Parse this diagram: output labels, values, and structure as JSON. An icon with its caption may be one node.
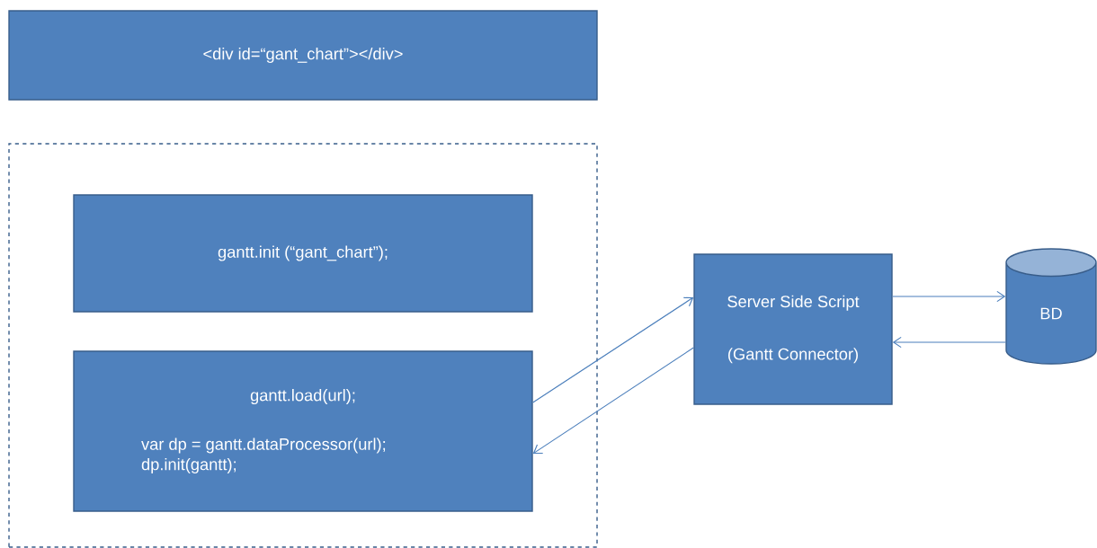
{
  "diagram": {
    "nodes": [
      {
        "text": [
          "<div id=“gant_chart”></div>"
        ]
      },
      {
        "text": [],
        "shape": "box"
      },
      {
        "text": [
          "gantt.init (“gant_chart”);"
        ],
        "in": 1
      },
      {
        "text": [
          "gantt.load(url);",
          "var dp = gantt.dataProcessor(url); dp.init(gantt);"
        ],
        "in": 1
      },
      {
        "text": [
          "Server Side Script",
          "(Gantt Connector)"
        ]
      },
      {
        "text": [
          "BD"
        ]
      }
    ],
    "edges": [
      {
        "from": 3,
        "to": 4,
        "arrow": "to"
      },
      {
        "from": 4,
        "to": 3,
        "arrow": "to"
      },
      {
        "from": 4,
        "to": 5,
        "arrow": "to"
      },
      {
        "from": 5,
        "to": 4,
        "arrow": "to"
      }
    ]
  }
}
